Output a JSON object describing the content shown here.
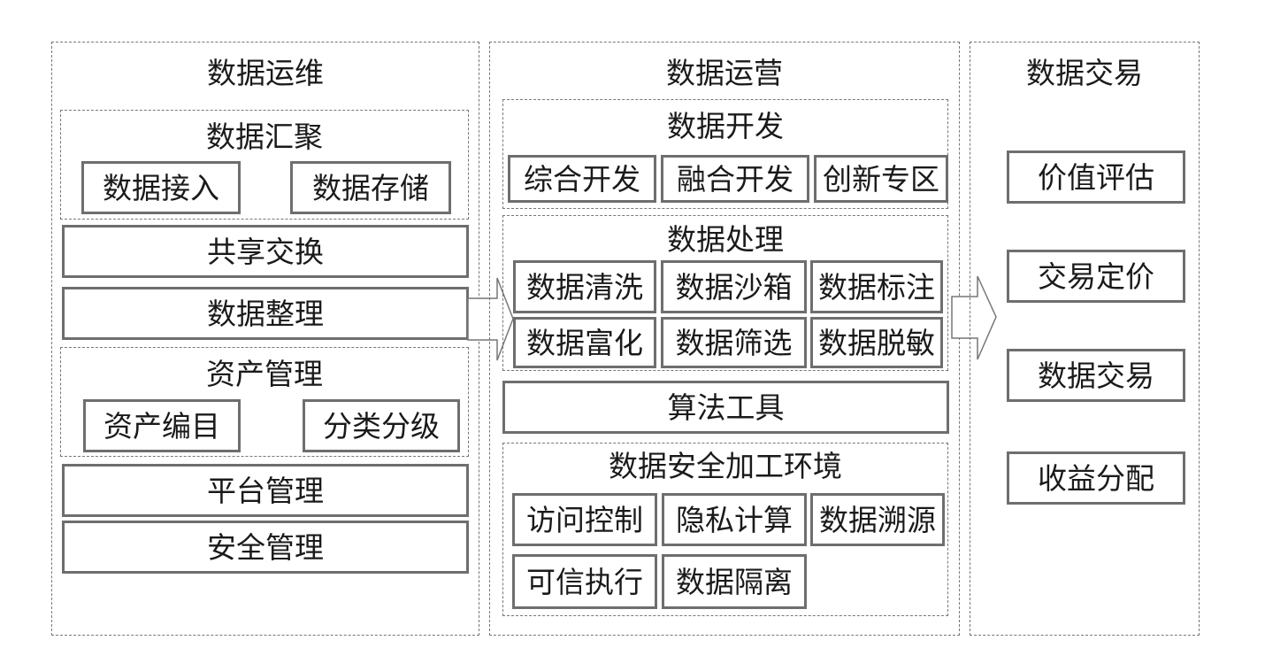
{
  "ops": {
    "title": "数据运维",
    "aggregation": {
      "title": "数据汇聚",
      "items": [
        "数据接入",
        "数据存储"
      ]
    },
    "share": "共享交换",
    "organize": "数据整理",
    "asset": {
      "title": "资产管理",
      "items": [
        "资产编目",
        "分类分级"
      ]
    },
    "platform": "平台管理",
    "security": "安全管理"
  },
  "operation": {
    "title": "数据运营",
    "development": {
      "title": "数据开发",
      "items": [
        "综合开发",
        "融合开发",
        "创新专区"
      ]
    },
    "processing": {
      "title": "数据处理",
      "items": [
        "数据清洗",
        "数据沙箱",
        "数据标注",
        "数据富化",
        "数据筛选",
        "数据脱敏"
      ]
    },
    "algorithm": "算法工具",
    "secure_env": {
      "title": "数据安全加工环境",
      "items": [
        "访问控制",
        "隐私计算",
        "数据溯源",
        "可信执行",
        "数据隔离"
      ]
    }
  },
  "trade": {
    "title": "数据交易",
    "items": [
      "价值评估",
      "交易定价",
      "数据交易",
      "收益分配"
    ]
  }
}
